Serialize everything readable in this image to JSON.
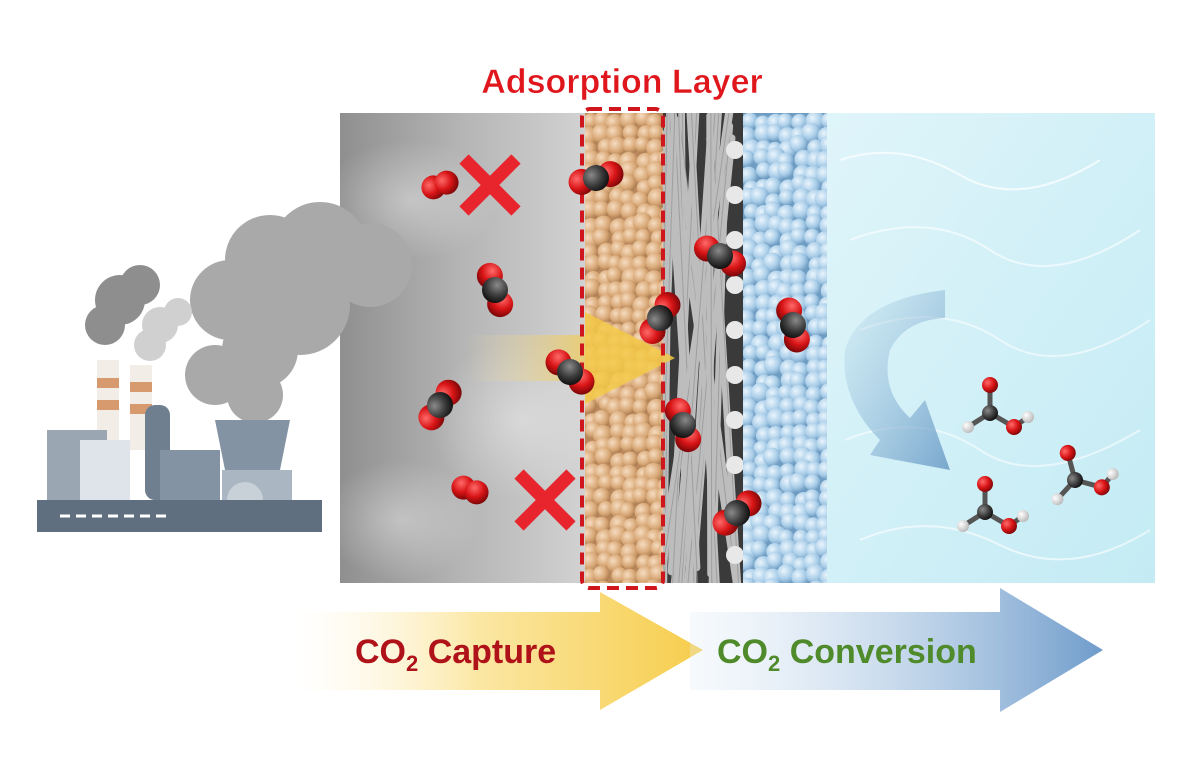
{
  "diagram": {
    "title": "Adsorption Layer",
    "bottom_labels": {
      "capture": {
        "prefix": "CO",
        "subscript": "2",
        "suffix": " Capture"
      },
      "conversion": {
        "prefix": "CO",
        "subscript": "2",
        "suffix": " Conversion"
      }
    }
  },
  "colors": {
    "title_red": "#e0161d",
    "capture_text": "#b0121a",
    "conversion_text": "#4f8a2b",
    "dash_red": "#d0161d",
    "cross_red": "#e8242c",
    "co2_carbon": "#3a3a3a",
    "co2_oxygen": "#d81416",
    "adsorbent_tan": "#d9ad82",
    "catalyst_blue": "#a9cde8",
    "water": "#cdeff6",
    "arrow_yellow": "#f7d35b",
    "arrow_blue": "#7ea9d2"
  },
  "icons": [
    "factory-icon",
    "smoke-icon",
    "co2-molecule-icon",
    "blocked-cross-icon",
    "formic-acid-molecule-icon",
    "flow-arrow-icon"
  ]
}
